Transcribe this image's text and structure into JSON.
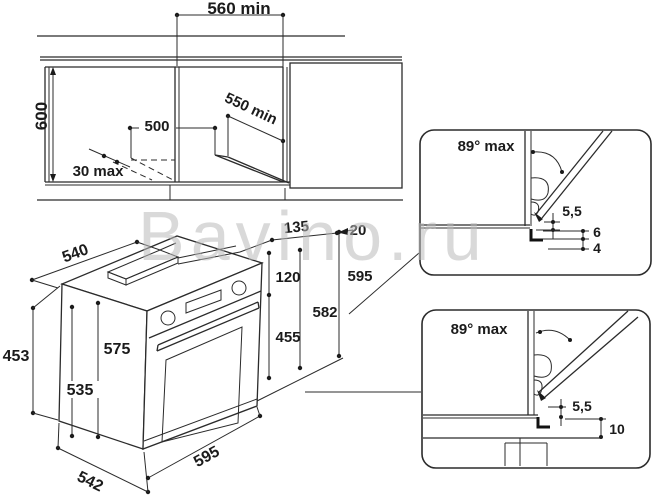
{
  "watermark": "Bavino.ru",
  "top_section": {
    "dim_width_min": "560 min",
    "dim_height": "600",
    "dim_depth_min": "550 min",
    "dim_cutout": "500",
    "dim_plinth": "30 max"
  },
  "oven_view": {
    "dim_top_width": "540",
    "dim_left_height": "453",
    "dim_front_col_a": "535",
    "dim_front_col_b": "575",
    "dim_bottom_depth": "542",
    "dim_bottom_width": "595",
    "dim_panel_offset": "135",
    "dim_overhang": "20",
    "dim_panel_height": "120",
    "dim_door_height": "455",
    "dim_right_a": "582",
    "dim_right_b": "595"
  },
  "hinge_detail_top": {
    "angle_label": "89° max",
    "dim_gap": "5,5",
    "dim_a": "6",
    "dim_b": "4"
  },
  "hinge_detail_bottom": {
    "angle_label": "89° max",
    "dim_gap": "5,5",
    "dim_step": "10"
  }
}
